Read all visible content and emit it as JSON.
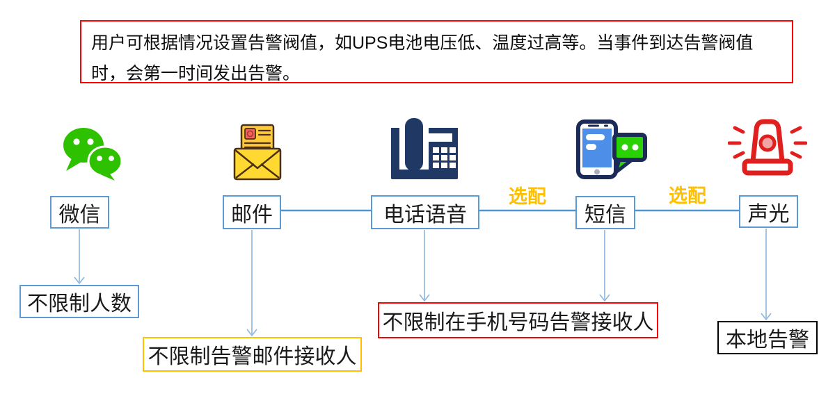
{
  "banner": {
    "text": "用户可根据情况设置告警阀值，如UPS电池电压低、温度过高等。当事件到达告警阀值时，会第一时间发出告警。",
    "border_color": "#FF0000"
  },
  "channels": [
    {
      "label": "微信",
      "icon": "wechat-icon"
    },
    {
      "label": "邮件",
      "icon": "email-icon"
    },
    {
      "label": "电话语音",
      "icon": "phone-icon"
    },
    {
      "label": "短信",
      "icon": "sms-icon"
    },
    {
      "label": "声光",
      "icon": "siren-icon"
    }
  ],
  "optional_labels": [
    {
      "text": "选配"
    },
    {
      "text": "选配"
    }
  ],
  "outcomes": [
    {
      "text": "不限制人数",
      "border_color": "#5B9BD5"
    },
    {
      "text": "不限制告警邮件接收人",
      "border_color": "#FFC000"
    },
    {
      "text": "不限制在手机号码告警接收人",
      "border_color": "#FF0000"
    },
    {
      "text": "本地告警",
      "border_color": "#000000"
    }
  ],
  "colors": {
    "box_blue": "#5B9BD5",
    "connector_blue": "#4D96D2",
    "arrow_blue": "#8AB6DE",
    "optional_orange": "#FFC000",
    "banner_red": "#FF0000",
    "wechat_green": "#2DC100",
    "sms_green": "#2AD205",
    "phone_navy": "#1F3864",
    "siren_red": "#E01F1F",
    "email_yellow": "#FFD832"
  }
}
